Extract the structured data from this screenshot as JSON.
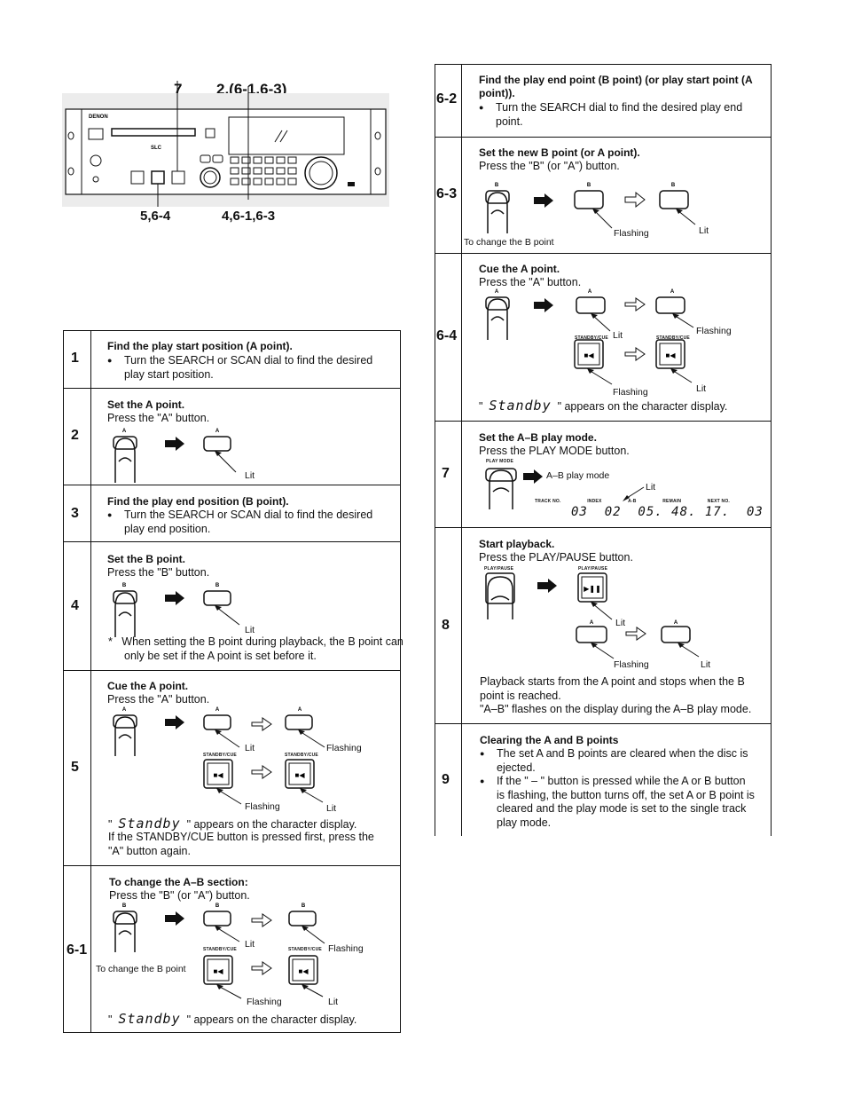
{
  "figure": {
    "callout_top_left": "7",
    "callout_top_right": "2,(6-1,6-3)",
    "callout_bottom_left": "5,6-4",
    "callout_bottom_right": "4,6-1,6-3",
    "brand": "DENON",
    "model": "SLC"
  },
  "common": {
    "lit": "Lit",
    "flashing": "Flashing",
    "standby_cue": "STANDBY/CUE",
    "standby_lcd": "Standby",
    "standby_suffix": "\" appears on the character display.",
    "to_change_b": "To change the B point"
  },
  "steps_left": [
    {
      "num": "1",
      "title": "Find the play start position (A point).",
      "bullet": "Turn the SEARCH or SCAN dial to find the desired play start position."
    },
    {
      "num": "2",
      "title": "Set the A point.",
      "text": "Press the \"A\" button."
    },
    {
      "num": "3",
      "title": "Find the play end position (B point).",
      "bullet": "Turn the SEARCH or SCAN dial to find the desired play end position."
    },
    {
      "num": "4",
      "title": "Set the B point.",
      "text": "Press the \"B\" button.",
      "note": "When setting the B point during playback, the B point can only be set if the A point is set before it."
    },
    {
      "num": "5",
      "title": "Cue the A point.",
      "text": "Press the \"A\" button.",
      "note": "If the STANDBY/CUE button is pressed first, press the \"A\" button again."
    },
    {
      "num": "6-1",
      "title": "To change the A–B section:",
      "text": "Press the \"B\" (or \"A\") button."
    }
  ],
  "steps_right": [
    {
      "num": "6-2",
      "title": "Find the play end point (B point) (or play start point (A point)).",
      "bullet": "Turn the SEARCH dial to find the desired play end point."
    },
    {
      "num": "6-3",
      "title": "Set the new B point (or A point).",
      "text": "Press the \"B\" (or \"A\") button."
    },
    {
      "num": "6-4",
      "title": "Cue the A point.",
      "text": "Press the \"A\" button."
    },
    {
      "num": "7",
      "title": "Set the A–B play mode.",
      "text": "Press the PLAY MODE button.",
      "mode": "A–B play mode",
      "play_mode_label": "PLAY MODE",
      "lcd": "03  02  05. 48. 17.  03",
      "lcd_labels": [
        "TRACK NO.",
        "INDEX",
        "A-B",
        "REMAIN",
        "NEXT NO."
      ]
    },
    {
      "num": "8",
      "title": "Start playback.",
      "text": "Press the PLAY/PAUSE button.",
      "play_label": "PLAY/PAUSE",
      "note1": "Playback starts from the A point and stops when the B point is reached.",
      "note2": "\"A–B\" flashes on the display during the A–B play mode."
    },
    {
      "num": "9",
      "title": "Clearing the A and B points",
      "bullet1": "The set A and B points are cleared when the disc is ejected.",
      "bullet2": "If the \" – \" button is pressed while the A or B button is flashing, the button turns off, the set A or B point is cleared and the play mode is set to the single track play mode."
    }
  ]
}
